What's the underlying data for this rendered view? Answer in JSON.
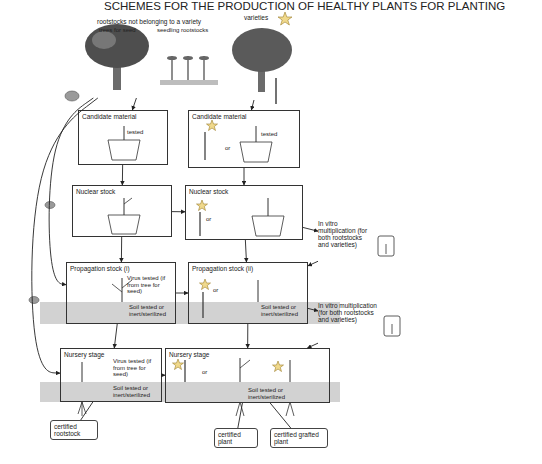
{
  "diagram": {
    "title": "SCHEMES FOR THE PRODUCTION OF HEALTHY PLANTS FOR PLANTING",
    "nodes": [
      {
        "text": [
          "rootstocks not belonging to a variety",
          "trees for seed",
          "seedling rootstocks"
        ]
      },
      {
        "text": [
          "varieties"
        ]
      },
      {
        "text": [
          "Candidate material",
          "tested"
        ]
      },
      {
        "text": [
          "Candidate material",
          "tested",
          "or"
        ]
      },
      {
        "text": [
          "Nuclear stock"
        ]
      },
      {
        "text": [
          "Nuclear stock",
          "or"
        ]
      },
      {
        "text": [
          "In vitro multiplication (for both rootstocks and varieties)"
        ]
      },
      {
        "text": [
          "Propagation stock (i)",
          "Virus tested (if from tree for seed)",
          "Soil tested or inert/sterilized"
        ]
      },
      {
        "text": [
          "Propagation stock (ii)",
          "or",
          "Soil tested or inert/sterilized"
        ]
      },
      {
        "text": [
          "In vitro multiplication (for both rootstocks and varieties)"
        ]
      },
      {
        "text": [
          "Nursery stage",
          "Virus tested (if from tree for seed)",
          "Soil tested or inert/sterilized"
        ]
      },
      {
        "text": [
          "Nursery stage",
          "or",
          "Soil tested or inert/sterilized"
        ]
      },
      {
        "text": [
          "certified rootstock"
        ]
      },
      {
        "text": [
          "certified plant"
        ]
      },
      {
        "text": [
          "certified grafted plant"
        ]
      }
    ],
    "edges": [
      {
        "from": 0,
        "to": 2,
        "arrow": "to"
      },
      {
        "from": 0,
        "to": 7,
        "arrow": "to"
      },
      {
        "from": 0,
        "to": 10,
        "arrow": "to"
      },
      {
        "from": 1,
        "to": 3,
        "arrow": "to"
      },
      {
        "from": 2,
        "to": 4,
        "arrow": "to"
      },
      {
        "from": 3,
        "to": 5,
        "arrow": "to"
      },
      {
        "from": 4,
        "to": 5,
        "arrow": "to"
      },
      {
        "from": 4,
        "to": 7,
        "arrow": "to"
      },
      {
        "from": 5,
        "to": 8,
        "arrow": "to"
      },
      {
        "from": 5,
        "to": 6,
        "arrow": "to"
      },
      {
        "from": 6,
        "to": 8,
        "arrow": "to"
      },
      {
        "from": 7,
        "to": 8,
        "arrow": "to"
      },
      {
        "from": 8,
        "to": 9,
        "arrow": "to"
      },
      {
        "from": 9,
        "to": 11,
        "arrow": "to"
      },
      {
        "from": 7,
        "to": 10,
        "arrow": "to"
      },
      {
        "from": 8,
        "to": 11,
        "arrow": "to"
      },
      {
        "from": 10,
        "to": 11,
        "arrow": "to"
      },
      {
        "from": 10,
        "to": 12,
        "arrow": "none"
      },
      {
        "from": 11,
        "to": 13,
        "arrow": "none"
      },
      {
        "from": 11,
        "to": 14,
        "arrow": "none"
      }
    ]
  }
}
